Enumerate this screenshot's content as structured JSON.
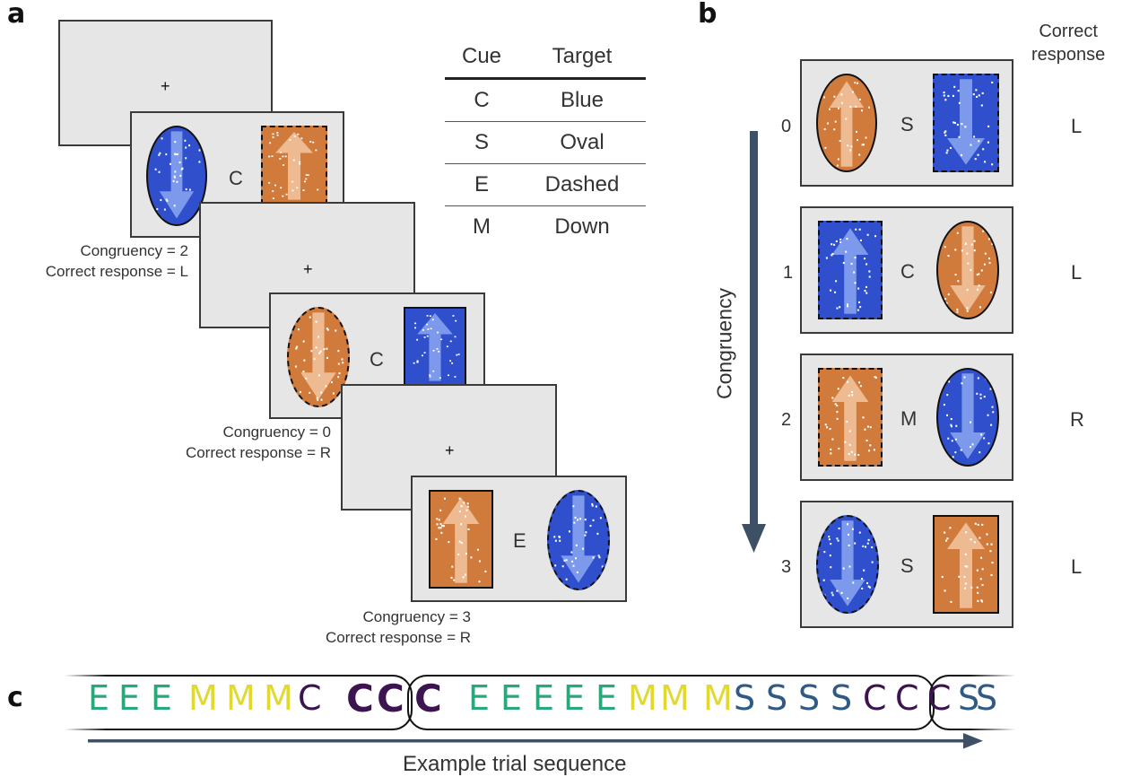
{
  "panels": {
    "a": "a",
    "b": "b",
    "c": "c"
  },
  "panel_a": {
    "fixation": "+",
    "trials": [
      {
        "cue": "C",
        "congruency": "Congruency = 2",
        "response": "Correct response = L"
      },
      {
        "cue": "C",
        "congruency": "Congruency = 0",
        "response": "Correct response = R"
      },
      {
        "cue": "E",
        "congruency": "Congruency = 3",
        "response": "Correct response = R"
      }
    ],
    "cue_table": {
      "headers": [
        "Cue",
        "Target"
      ],
      "rows": [
        [
          "C",
          "Blue"
        ],
        [
          "S",
          "Oval"
        ],
        [
          "E",
          "Dashed"
        ],
        [
          "M",
          "Down"
        ]
      ]
    }
  },
  "panel_b": {
    "header": [
      "Correct",
      "response"
    ],
    "axis_label": "Congruency",
    "rows": [
      {
        "level": "0",
        "cue": "S",
        "response": "L"
      },
      {
        "level": "1",
        "cue": "C",
        "response": "L"
      },
      {
        "level": "2",
        "cue": "M",
        "response": "R"
      },
      {
        "level": "3",
        "cue": "S",
        "response": "L"
      }
    ]
  },
  "panel_c": {
    "sequence": [
      "E",
      "E",
      "E",
      "M",
      "M",
      "M",
      "C",
      "C",
      "C",
      "C",
      "E",
      "E",
      "E",
      "E",
      "E",
      "M",
      "M",
      "M",
      "S",
      "S",
      "S",
      "S",
      "C",
      "C",
      "C",
      "S",
      "S"
    ],
    "axis_label": "Example trial sequence"
  },
  "colors": {
    "blue_stim": "#2f4fcc",
    "orange_stim": "#d07a3c",
    "frame_bg": "#e6e6e6",
    "E": "#2aa87a",
    "M": "#e2d832",
    "C": "#3c1450",
    "S": "#2f5a86",
    "arrow": "#3e5066"
  }
}
